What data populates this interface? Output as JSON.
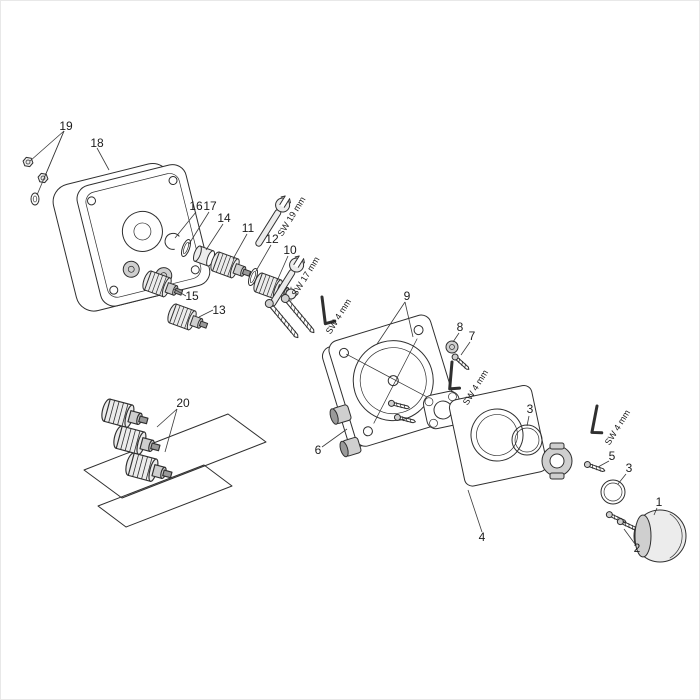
{
  "diagram": {
    "background": "#ffffff",
    "line_color": "#2f2f2f",
    "callouts": {
      "c1": "1",
      "c2": "2",
      "c3a": "3",
      "c3b": "3",
      "c4": "4",
      "c5": "5",
      "c6": "6",
      "c7": "7",
      "c8": "8",
      "c9": "9",
      "c10": "10",
      "c11": "11",
      "c12": "12",
      "c13": "13",
      "c14": "14",
      "c15": "15",
      "c16": "16",
      "c17": "17",
      "c18": "18",
      "c19": "19",
      "c20": "20"
    },
    "tool_labels": {
      "wrench_19": "SW 19 mm",
      "wrench_17": "SW 17 mm",
      "allen_top": "SW 4 mm",
      "allen_mid": "SW 4 mm",
      "allen_right": "SW 4 mm"
    }
  }
}
